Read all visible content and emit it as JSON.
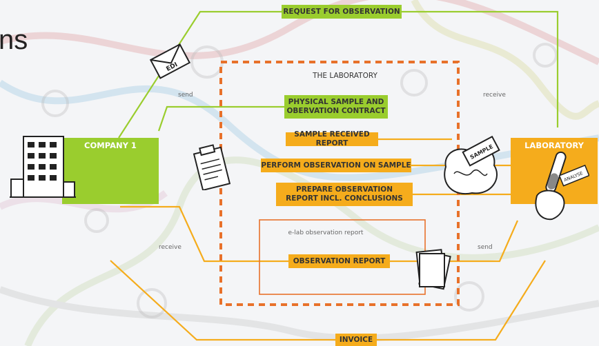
{
  "slide": {
    "title_fragment": "ns"
  },
  "diagram": {
    "request": "REQUEST FOR OBSERVATION",
    "lab_section_title": "THE LABORATORY",
    "physical_sample": "PHYSICAL SAMPLE AND\nOBERVATION CONTRACT",
    "sample_received": "SAMPLE RECEIVED REPORT",
    "perform_observation": "PERFORM OBSERVATION ON SAMPLE",
    "prepare_report": "PREPARE OBSERVATION\nREPORT INCL. CONCLUSIONS",
    "elab_report": "e-lab observation report",
    "observation_report": "OBSERVATION REPORT",
    "invoice": "INVOICE",
    "company": "COMPANY 1",
    "laboratory": "LABORATORY",
    "send_left": "send",
    "receive_right": "receive",
    "receive_left": "receive",
    "send_right": "send",
    "edi_text": "EDI",
    "sample_tag_text": "SAMPLE",
    "analysis_tag_text": "ANALYSE"
  },
  "colors": {
    "green": "#9acd2e",
    "orange": "#f5ac1c",
    "dashed": "#e8712a",
    "bg": "#f4f5f7"
  }
}
